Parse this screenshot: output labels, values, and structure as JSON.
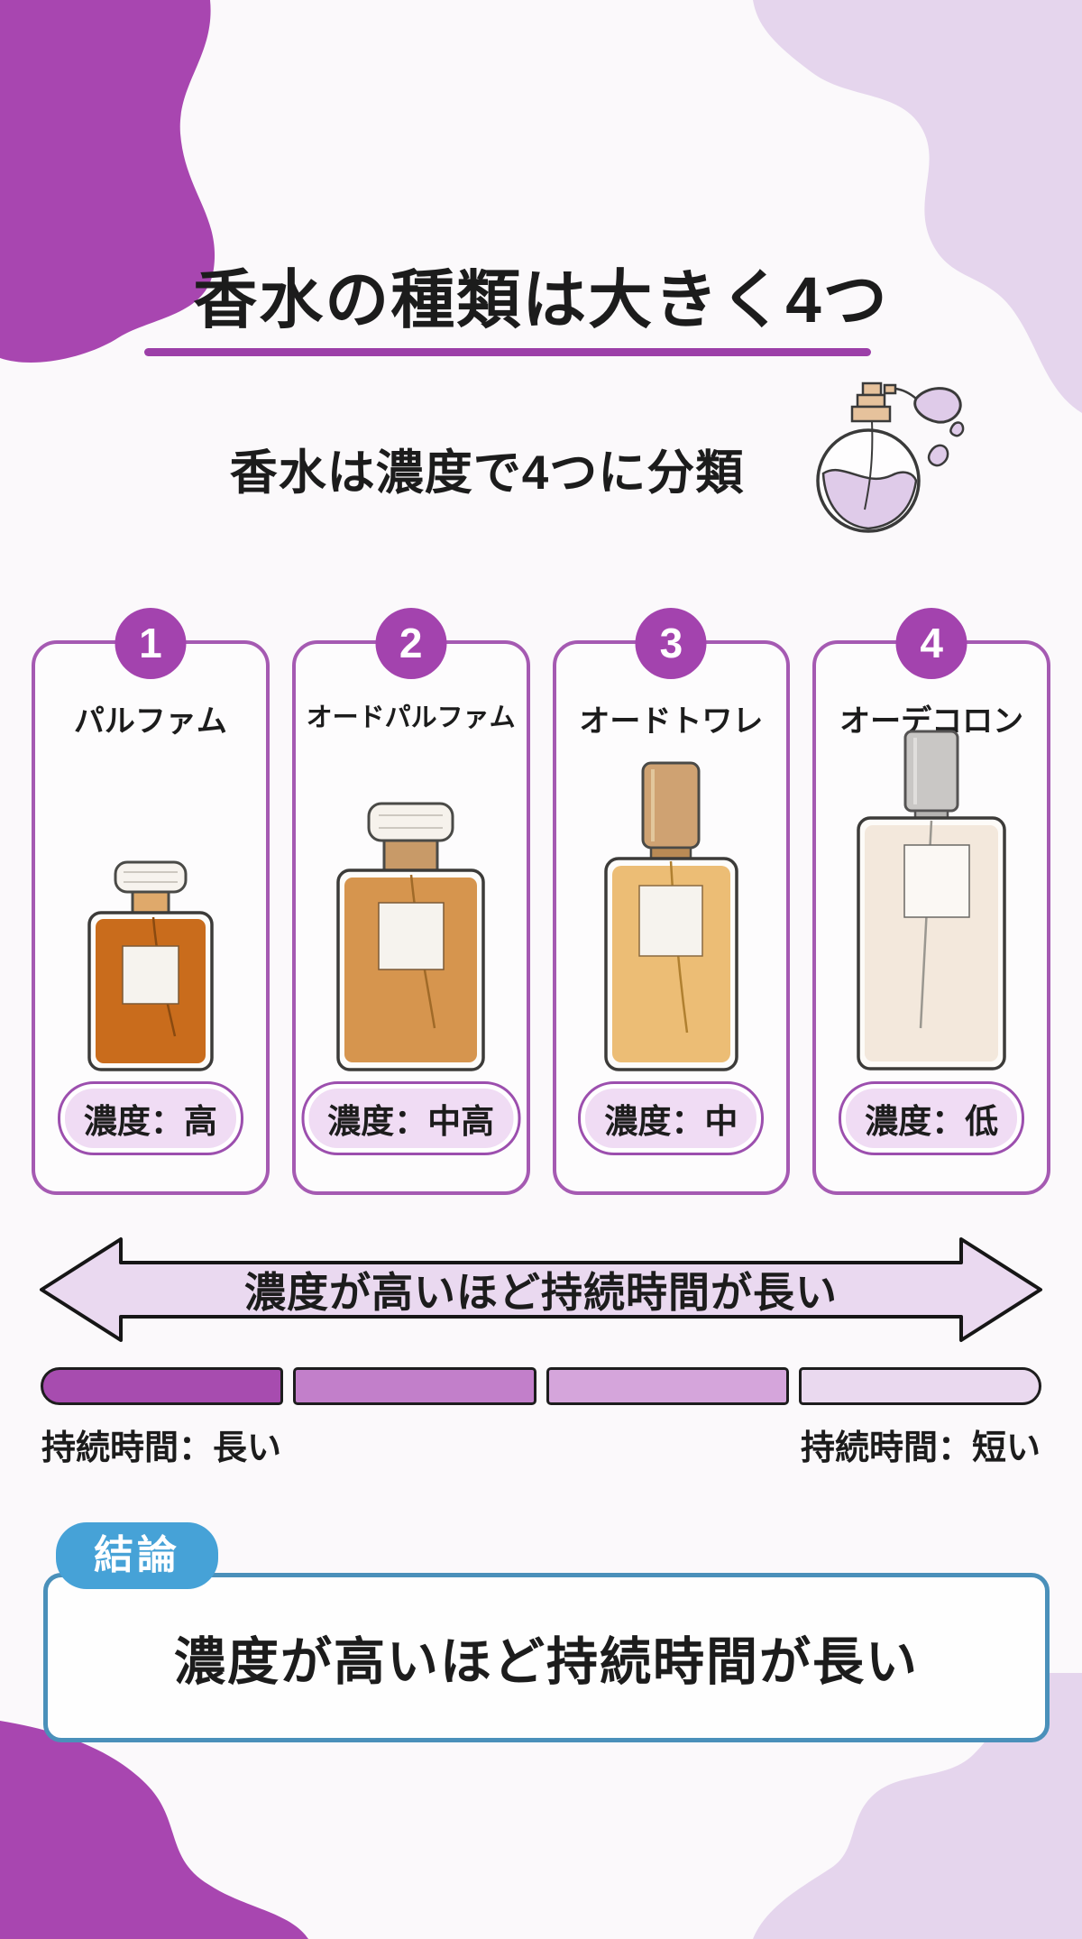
{
  "header": {
    "title": "香水の種類は大きく4つ",
    "underline_color": "#9c3fa8"
  },
  "intro": {
    "text": "香水は濃度で4つに分類"
  },
  "decor": {
    "blob_dark": "#a846b0",
    "blob_light": "#e5d5ed",
    "atomizer_liquid": "#dfcbe9",
    "atomizer_nozzle": "#e6c29c"
  },
  "accents": {
    "card_border": "#a55ab2",
    "number_circle": "#a343ae",
    "pill_bg": "#f0dcf4",
    "pill_border": "#9c4fae"
  },
  "cards": [
    {
      "number": "1",
      "name": "パルファム",
      "concentration_label": "濃度：高",
      "bottle": {
        "body": "#c96c1c",
        "cap": "#f7f3ee",
        "neck": "#dfa96b"
      }
    },
    {
      "number": "2",
      "name": "オードパルファム",
      "concentration_label": "濃度：中高",
      "bottle": {
        "body": "#d6954e",
        "cap": "#f6f2ec",
        "neck": "#c89a68"
      }
    },
    {
      "number": "3",
      "name": "オードトワレ",
      "concentration_label": "濃度：中",
      "bottle": {
        "body": "#ecbd75",
        "cap": "#cfa272",
        "neck": "#b98a55"
      }
    },
    {
      "number": "4",
      "name": "オーデコロン",
      "concentration_label": "濃度：低",
      "bottle": {
        "body": "#f3e8dc",
        "cap": "#c9c7c5",
        "neck": "#b5b3b1"
      }
    }
  ],
  "scale_arrow": {
    "text": "濃度が高いほど持続時間が長い",
    "fill": "#ead9f0"
  },
  "duration_bar": {
    "segments": [
      "#a74caf",
      "#c27fca",
      "#d5a5db",
      "#ead9ef"
    ],
    "left_label": "持続時間：長い",
    "right_label": "持続時間：短い"
  },
  "conclusion": {
    "badge": "結論",
    "text": "濃度が高いほど持続時間が長い",
    "badge_color": "#46a2d7",
    "border_color": "#4a90ba"
  }
}
